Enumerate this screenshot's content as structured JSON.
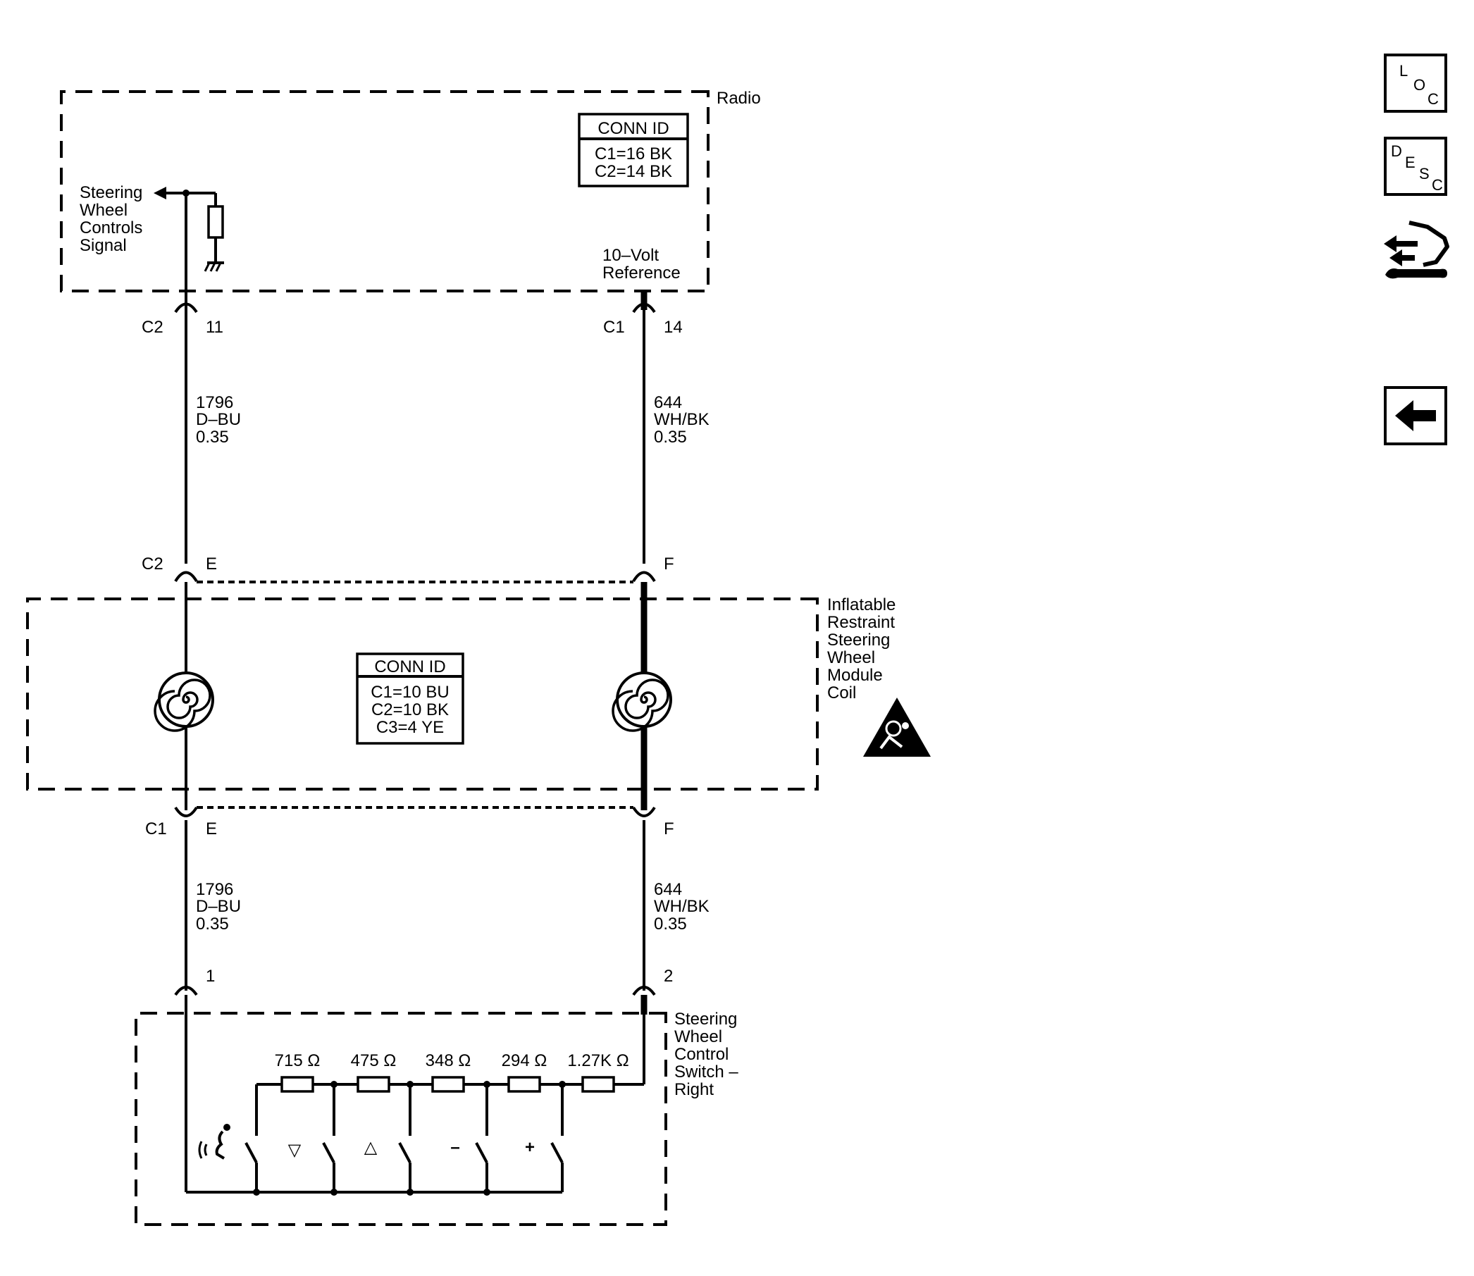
{
  "modules": {
    "radio": {
      "name": "Radio",
      "conn_id": {
        "title": "CONN ID",
        "lines": [
          "C1=16 BK",
          "C2=14 BK"
        ]
      },
      "signal_label": [
        "Steering",
        "Wheel",
        "Controls",
        "Signal"
      ],
      "reference_label": [
        "10–Volt",
        "Reference"
      ]
    },
    "coil": {
      "name": [
        "Inflatable",
        "Restraint",
        "Steering",
        "Wheel",
        "Module",
        "Coil"
      ],
      "conn_id": {
        "title": "CONN ID",
        "lines": [
          "C1=10 BU",
          "C2=10 BK",
          "C3=4 YE"
        ]
      }
    },
    "switch": {
      "name": [
        "Steering",
        "Wheel",
        "Control",
        "Switch –",
        "Right"
      ],
      "resistors": [
        "715 Ω",
        "475 Ω",
        "348 Ω",
        "294 Ω",
        "1.27K Ω"
      ],
      "button_symbols": [
        "▽",
        "△",
        "–",
        "+"
      ]
    }
  },
  "connectors": {
    "radio_left": {
      "id": "C2",
      "pin": "11"
    },
    "radio_right": {
      "id": "C1",
      "pin": "14"
    },
    "coil_top_left": {
      "id": "C2",
      "pin": "E"
    },
    "coil_top_right": {
      "pin": "F"
    },
    "coil_bottom_left": {
      "id": "C1",
      "pin": "E"
    },
    "coil_bottom_right": {
      "pin": "F"
    },
    "switch_left": {
      "pin": "1"
    },
    "switch_right": {
      "pin": "2"
    }
  },
  "wires": {
    "upper_left": [
      "1796",
      "D–BU",
      "0.35"
    ],
    "upper_right": [
      "644",
      "WH/BK",
      "0.35"
    ],
    "lower_left": [
      "1796",
      "D–BU",
      "0.35"
    ],
    "lower_right": [
      "644",
      "WH/BK",
      "0.35"
    ]
  },
  "nav": {
    "loc_letters": [
      "L",
      "O",
      "C"
    ],
    "desc_letters": [
      "D",
      "E",
      "S",
      "C"
    ],
    "icons": [
      "loc-icon",
      "desc-icon",
      "service-wrench-icon",
      "back-arrow-icon"
    ]
  },
  "colors": {
    "ink": "#000000",
    "paper": "#ffffff"
  }
}
